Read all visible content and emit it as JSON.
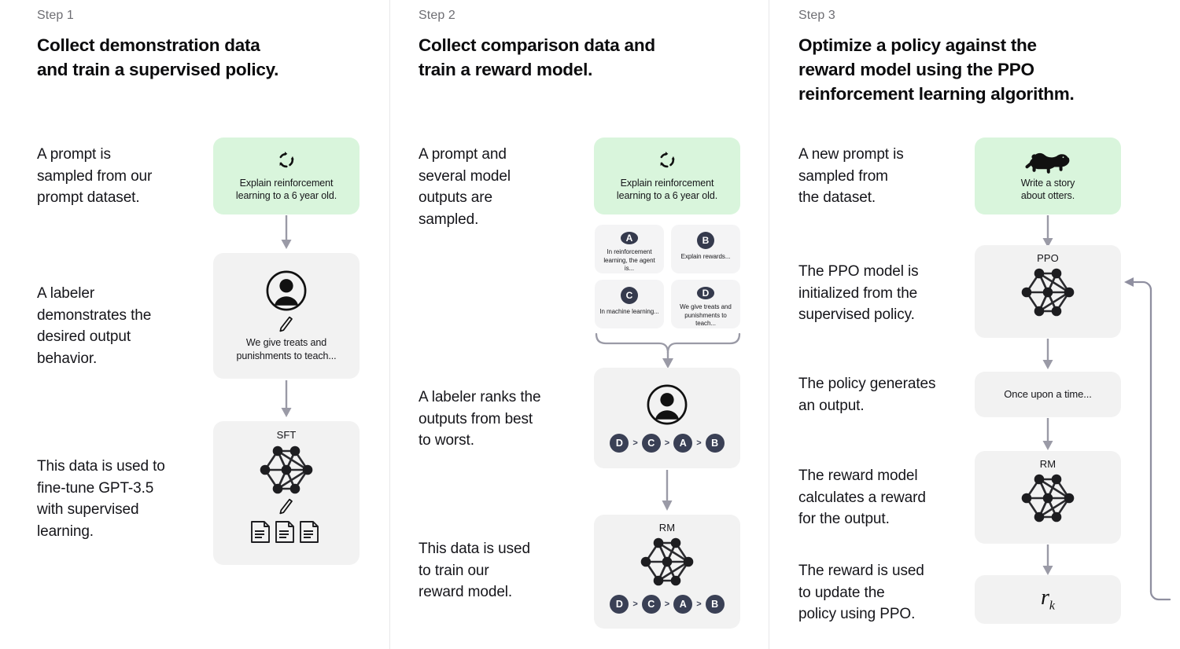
{
  "diagram": {
    "title": "InstructGPT / RLHF three-step training diagram",
    "bg_color": "#ffffff",
    "prompt_box_color": "#d9f5dc",
    "model_box_color": "#f2f2f2",
    "badge_color": "#353a4d",
    "arrow_color": "#9a9aa6"
  },
  "steps": [
    {
      "label": "Step 1",
      "title": "Collect demonstration data\nand train a supervised policy.",
      "title_line1": "Collect demonstration data",
      "title_line2": "and train a supervised policy.",
      "descriptions": [
        "A prompt is\nsampled from our\nprompt dataset.",
        "A labeler\ndemonstrates the\ndesired output\nbehavior.",
        "This data is used to\nfine-tune GPT-3.5\nwith supervised\nlearning."
      ],
      "prompt_box": {
        "icon": "refresh-cycle-icon",
        "text": "Explain reinforcement\nlearning to a 6 year old."
      },
      "labeler_box": {
        "icon": "person-in-circle-icon",
        "secondary_icon": "pencil-icon",
        "text": "We give treats and\npunishments to teach..."
      },
      "model_box": {
        "tag": "SFT",
        "icon": "neural-network-icon",
        "secondary_icon": "pencil-icon",
        "tertiary_icon": "documents-icon"
      }
    },
    {
      "label": "Step 2",
      "title": "Collect comparison data and\ntrain a reward model.",
      "title_line1": "Collect comparison data and",
      "title_line2": "train a reward model.",
      "descriptions": [
        "A prompt and\nseveral model\noutputs are\nsampled.",
        "A labeler ranks the\noutputs from best\nto worst.",
        "This data is used\nto train our\nreward model."
      ],
      "prompt_box": {
        "icon": "refresh-cycle-icon",
        "text": "Explain reinforcement\nlearning to a 6 year old."
      },
      "outputs": [
        {
          "badge": "A",
          "text": "In reinforcement learning, the agent is..."
        },
        {
          "badge": "B",
          "text": "Explain rewards..."
        },
        {
          "badge": "C",
          "text": "In machine learning..."
        },
        {
          "badge": "D",
          "text": "We give treats and punishments to teach..."
        }
      ],
      "ranking_box": {
        "icon": "person-in-circle-icon",
        "ranking": [
          "D",
          "C",
          "A",
          "B"
        ],
        "separator": ">"
      },
      "reward_model_box": {
        "tag": "RM",
        "icon": "neural-network-icon",
        "ranking": [
          "D",
          "C",
          "A",
          "B"
        ],
        "separator": ">"
      }
    },
    {
      "label": "Step 3",
      "title": "Optimize a policy against the\nreward model using the PPO\nreinforcement learning algorithm.",
      "title_line1": "Optimize a policy against the",
      "title_line2": "reward model using the PPO",
      "title_line3": "reinforcement learning algorithm.",
      "descriptions": [
        "A new prompt is\nsampled from\nthe dataset.",
        "The PPO model is\ninitialized from the\nsupervised policy.",
        "The policy generates\nan output.",
        "The reward model\ncalculates a reward\nfor the output.",
        "The reward is used\nto update the\npolicy using PPO."
      ],
      "prompt_box": {
        "icon": "otter-icon",
        "text": "Write a story\nabout otters."
      },
      "ppo_box": {
        "tag": "PPO",
        "icon": "neural-network-icon"
      },
      "output_box": {
        "text": "Once upon a time..."
      },
      "rm_box": {
        "tag": "RM",
        "icon": "neural-network-icon"
      },
      "reward_box": {
        "symbol": "r",
        "subscript": "k"
      }
    }
  ]
}
